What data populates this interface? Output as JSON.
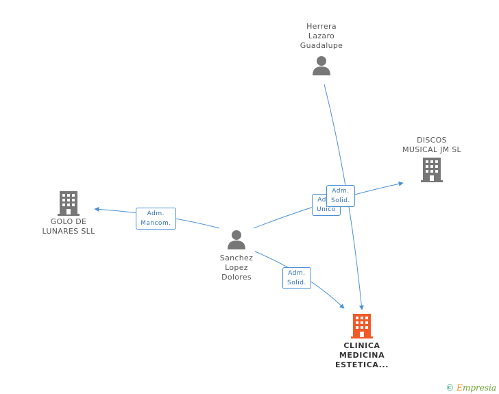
{
  "nodes": {
    "herrera": {
      "label_lines": [
        "Herrera",
        "Lazaro",
        "Guadalupe"
      ],
      "type": "person",
      "color": "#777777"
    },
    "discos": {
      "label_lines": [
        "DISCOS",
        "MUSICAL JM SL"
      ],
      "type": "company",
      "color": "#777777"
    },
    "golo": {
      "label_lines": [
        "GOLO DE",
        "LUNARES SLL"
      ],
      "type": "company",
      "color": "#777777"
    },
    "sanchez": {
      "label_lines": [
        "Sanchez",
        "Lopez",
        "Dolores"
      ],
      "type": "person",
      "color": "#777777"
    },
    "clinica": {
      "label_lines": [
        "CLINICA",
        "MEDICINA",
        "ESTETICA..."
      ],
      "type": "company",
      "color": "#f05a28"
    }
  },
  "edges": [
    {
      "from": "sanchez",
      "to": "golo",
      "label_lines": [
        "Adm.",
        "Mancom."
      ]
    },
    {
      "from": "sanchez",
      "to": "discos",
      "label_lines": [
        "Adm.",
        "Unico"
      ]
    },
    {
      "from": "sanchez",
      "to": "clinica",
      "label_lines": [
        "Adm.",
        "Solid."
      ]
    },
    {
      "from": "herrera",
      "to": "clinica",
      "label_lines": [
        "Adm.",
        "Solid."
      ]
    }
  ],
  "footer": {
    "copyright_symbol": "©",
    "brand_first_letter": "E",
    "brand_rest": "mpresia"
  },
  "colors": {
    "edge": "#4a90d9",
    "icon_grey": "#777777",
    "main_accent": "#f05a28"
  }
}
